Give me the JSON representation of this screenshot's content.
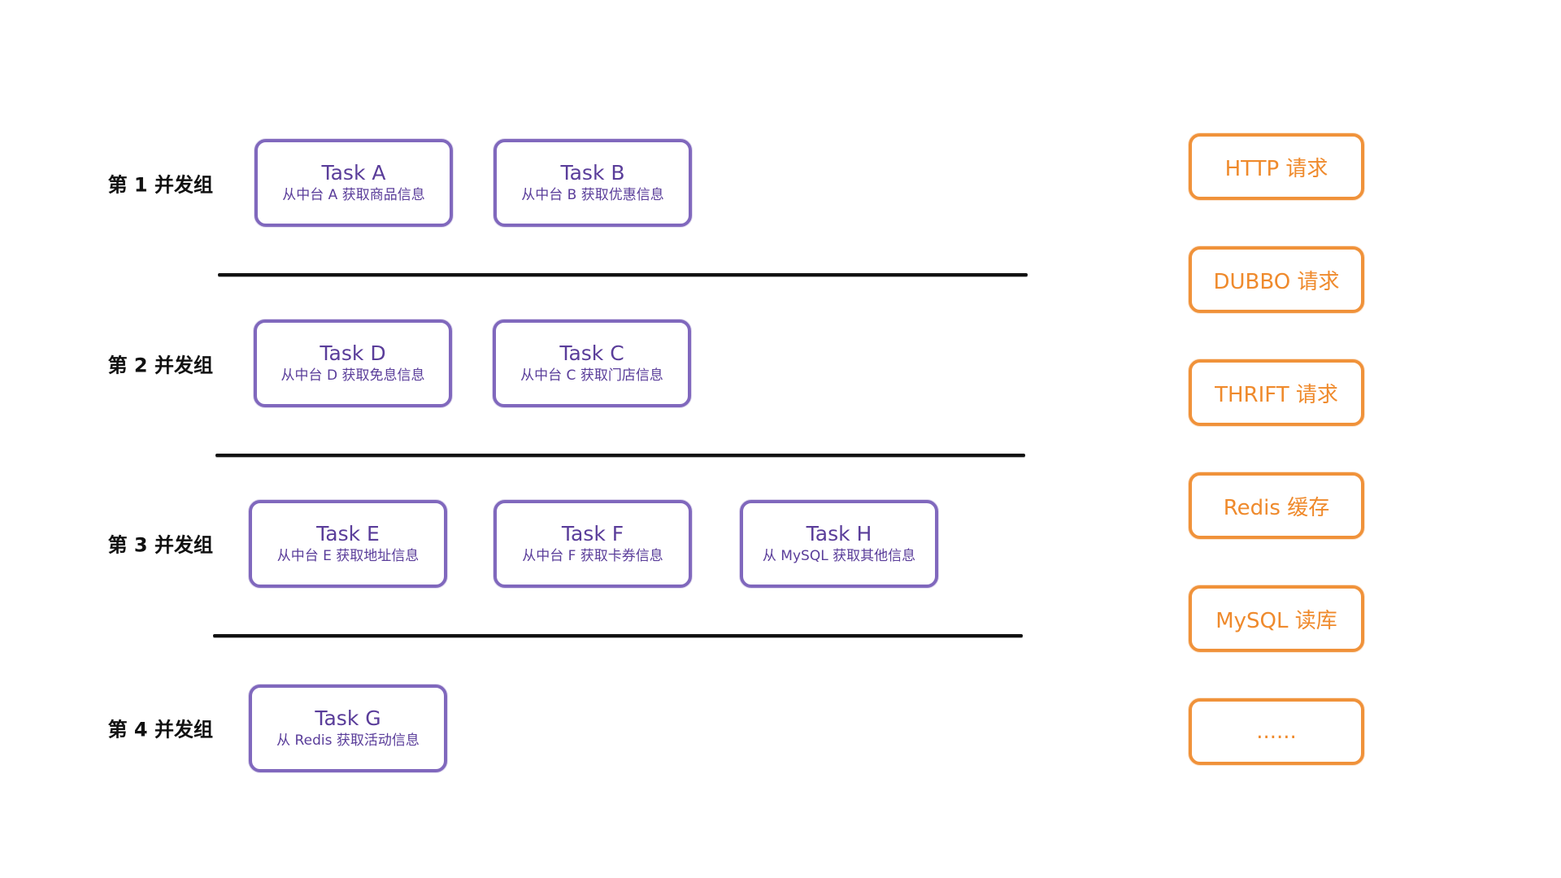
{
  "groups": [
    {
      "label": "第 1 并发组",
      "tasks": [
        {
          "title": "Task A",
          "desc": "从中台 A 获取商品信息"
        },
        {
          "title": "Task B",
          "desc": "从中台 B 获取优惠信息"
        }
      ]
    },
    {
      "label": "第 2 并发组",
      "tasks": [
        {
          "title": "Task D",
          "desc": "从中台 D 获取免息信息"
        },
        {
          "title": "Task C",
          "desc": "从中台 C 获取门店信息"
        }
      ]
    },
    {
      "label": "第 3 并发组",
      "tasks": [
        {
          "title": "Task E",
          "desc": "从中台 E 获取地址信息"
        },
        {
          "title": "Task F",
          "desc": "从中台 F 获取卡券信息"
        },
        {
          "title": "Task H",
          "desc": "从 MySQL 获取其他信息"
        }
      ]
    },
    {
      "label": "第 4 并发组",
      "tasks": [
        {
          "title": "Task G",
          "desc": "从 Redis 获取活动信息"
        }
      ]
    }
  ],
  "sources": [
    "HTTP 请求",
    "DUBBO 请求",
    "THRIFT 请求",
    "Redis 缓存",
    "MySQL 读库",
    "......"
  ],
  "colors": {
    "task_border": "#8068bd",
    "task_text": "#5a3d9a",
    "source_border": "#f0923a",
    "source_text": "#ef8a2c",
    "divider": "#111111",
    "label": "#111111"
  }
}
